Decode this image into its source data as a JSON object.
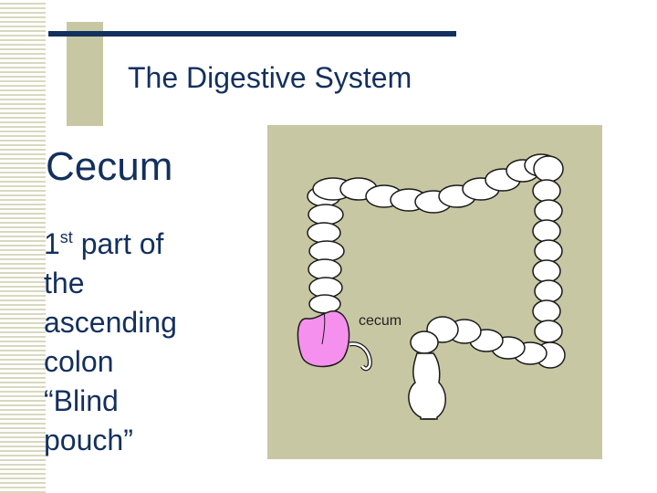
{
  "slide": {
    "title": "The Digestive System",
    "heading": "Cecum",
    "bullets": {
      "line1_num": "1",
      "line1_sup": "st",
      "line1_rest": " part of",
      "line2": "the",
      "line3": "ascending",
      "line4": "colon",
      "line5": "“Blind",
      "line6": "pouch”"
    }
  },
  "diagram": {
    "label_cecum": "cecum",
    "colors": {
      "background": "#c8c7a3",
      "colon_fill": "#ffffff",
      "cecum_fill": "#f690ee",
      "outline": "#1a1a1a"
    }
  },
  "theme": {
    "title_color": "#13305e",
    "accent_block": "#c8c7a3"
  }
}
